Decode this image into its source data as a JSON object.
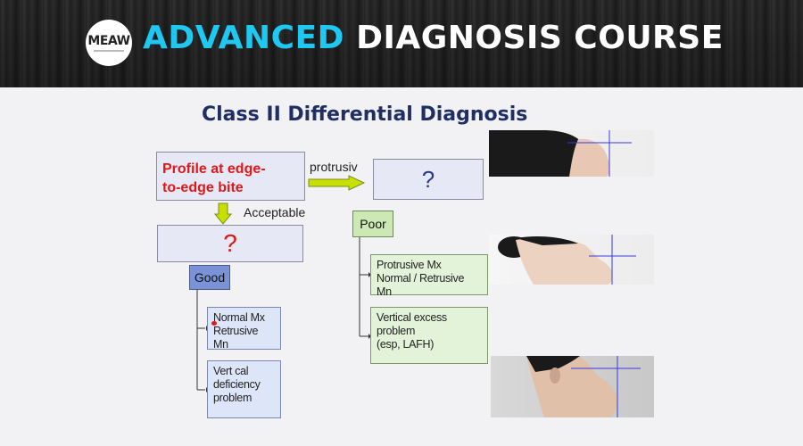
{
  "banner": {
    "logo_text": "MEAW",
    "title_accent": "ADVANCED",
    "title_main": "DIAGNOSIS COURSE",
    "accent_color": "#1ec8f0"
  },
  "slide": {
    "title": "Class II Differential Diagnosis",
    "start_box": {
      "line1": "Profile at edge-",
      "line2": "to-edge bite"
    },
    "protrusive_label": "protrusiv e",
    "acceptable_label": "Acceptable",
    "question_right": "?",
    "question_left": "?",
    "good_tag": "Good",
    "poor_tag": "Poor",
    "good_items": [
      {
        "line1": "Normal Mx",
        "line2": "Retrusive Mn",
        "line3": ""
      },
      {
        "line1": "Vert cal",
        "line2": "deficiency",
        "line3": "problem"
      }
    ],
    "poor_items": [
      {
        "line1": "Protrusive Mx",
        "line2": "Normal / Retrusive Mn",
        "line3": ""
      },
      {
        "line1": "Vertical excess",
        "line2": "problem",
        "line3": "(esp, LAFH)"
      }
    ],
    "colors": {
      "title": "#1f2f66",
      "start_text": "#e01717",
      "arrow": "#c8e000",
      "good": "#7a93d6",
      "poor": "#cde8b5",
      "guide_line": "#3a3ae0"
    }
  }
}
